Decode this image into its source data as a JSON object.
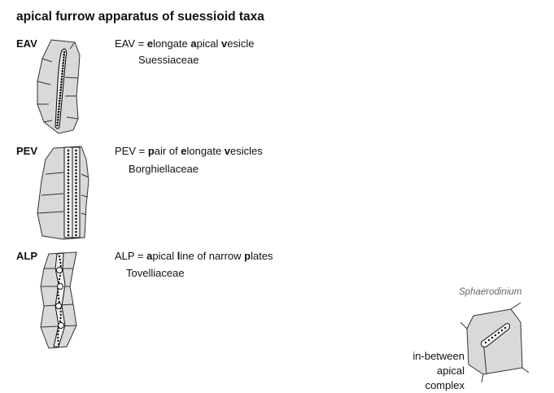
{
  "title": "apical furrow apparatus of suessioid taxa",
  "rows": [
    {
      "code": "EAV",
      "definition": {
        "lead": "EAV = ",
        "parts": [
          [
            "e",
            "longate "
          ],
          [
            "a",
            "pical "
          ],
          [
            "v",
            "esicle"
          ]
        ]
      },
      "family": "Suessiaceae"
    },
    {
      "code": "PEV",
      "definition": {
        "lead": "PEV = ",
        "parts": [
          [
            "p",
            "air of "
          ],
          [
            "e",
            "longate "
          ],
          [
            "v",
            "esicles"
          ]
        ]
      },
      "family": "Borghiellaceae"
    },
    {
      "code": "ALP",
      "definition": {
        "lead": "ALP = ",
        "parts": [
          [
            "a",
            "pical "
          ],
          [
            "l",
            "ine of narrow "
          ],
          [
            "p",
            "lates"
          ]
        ]
      },
      "family": "Tovelliaceae"
    }
  ],
  "inset": {
    "taxon": "Sphaerodinium",
    "caption_line1": "in-between",
    "caption_line2": "apical complex"
  },
  "colors": {
    "plate_fill": "#d9d9d9",
    "outline": "#333333",
    "dot": "#111111"
  }
}
